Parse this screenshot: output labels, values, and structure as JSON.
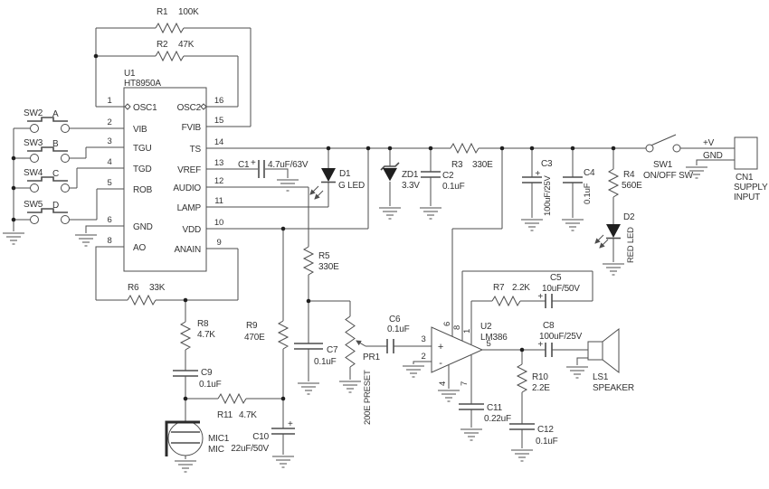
{
  "sch": {
    "plus": "+",
    "u1": {
      "ref": "U1",
      "part": "HT8950A",
      "lp": [
        {
          "n": "1",
          "name": "OSC1"
        },
        {
          "n": "2",
          "name": "VIB"
        },
        {
          "n": "3",
          "name": "TGU"
        },
        {
          "n": "4",
          "name": "TGD"
        },
        {
          "n": "5",
          "name": "ROB"
        },
        {
          "n": "6",
          "name": "GND"
        },
        {
          "n": "8",
          "name": "AO"
        }
      ],
      "rp": [
        {
          "n": "16",
          "name": "OSC2"
        },
        {
          "n": "15",
          "name": "FVIB"
        },
        {
          "n": "14",
          "name": "TS"
        },
        {
          "n": "13",
          "name": "VREF"
        },
        {
          "n": "12",
          "name": "AUDIO"
        },
        {
          "n": "11",
          "name": "LAMP"
        },
        {
          "n": "10",
          "name": "VDD"
        },
        {
          "n": "9",
          "name": "ANAIN"
        }
      ]
    },
    "u2": {
      "ref": "U2",
      "part": "LM386",
      "plus": "+",
      "minus": "-",
      "p3": "3",
      "p2": "2",
      "p5": "5",
      "p6": "6",
      "p8": "8",
      "p1": "1",
      "p4": "4",
      "p7": "7"
    },
    "r": {
      "r1": {
        "id": "R1",
        "v": "100K"
      },
      "r2": {
        "id": "R2",
        "v": "47K"
      },
      "r3": {
        "id": "R3",
        "v": "330E"
      },
      "r4": {
        "id": "R4",
        "v": "560E"
      },
      "r5": {
        "id": "R5",
        "v": "330E"
      },
      "r6": {
        "id": "R6",
        "v": "33K"
      },
      "r7": {
        "id": "R7",
        "v": "2.2K"
      },
      "r8": {
        "id": "R8",
        "v": "4.7K"
      },
      "r9": {
        "id": "R9",
        "v": "470E"
      },
      "r10": {
        "id": "R10",
        "v": "2.2E"
      },
      "r11": {
        "id": "R11",
        "v": "4.7K"
      }
    },
    "c": {
      "c1": {
        "id": "C1",
        "v": "4.7uF/63V"
      },
      "c2": {
        "id": "C2",
        "v": "0.1uF"
      },
      "c3": {
        "id": "C3",
        "v": "100uF/25V"
      },
      "c4": {
        "id": "C4",
        "v": "0.1uF"
      },
      "c5": {
        "id": "C5",
        "v": "10uF/50V"
      },
      "c6": {
        "id": "C6",
        "v": "0.1uF"
      },
      "c7": {
        "id": "C7",
        "v": "0.1uF"
      },
      "c8": {
        "id": "C8",
        "v": "100uF/25V"
      },
      "c9": {
        "id": "C9",
        "v": "0.1uF"
      },
      "c10": {
        "id": "C10",
        "v": "22uF/50V"
      },
      "c11": {
        "id": "C11",
        "v": "0.22uF"
      },
      "c12": {
        "id": "C12",
        "v": "0.1uF"
      }
    },
    "d": {
      "d1": {
        "id": "D1",
        "v": "G LED"
      },
      "d2": {
        "id": "D2",
        "v": "RED LED"
      },
      "zd1": {
        "id": "ZD1",
        "v": "3.3V"
      }
    },
    "sw": {
      "sw1": {
        "id": "SW1",
        "v": "ON/OFF SW"
      },
      "sw2": {
        "id": "SW2",
        "v": "A"
      },
      "sw3": {
        "id": "SW3",
        "v": "B"
      },
      "sw4": {
        "id": "SW4",
        "v": "C"
      },
      "sw5": {
        "id": "SW5",
        "v": "D"
      }
    },
    "pr1": {
      "id": "PR1",
      "v": "200E PRESET"
    },
    "mic": {
      "id": "MIC1",
      "v": "MIC"
    },
    "ls": {
      "id": "LS1",
      "v": "SPEAKER"
    },
    "cn": {
      "id": "CN1",
      "v1": "SUPPLY",
      "v2": "INPUT",
      "vp": "+V",
      "g": "GND"
    }
  }
}
